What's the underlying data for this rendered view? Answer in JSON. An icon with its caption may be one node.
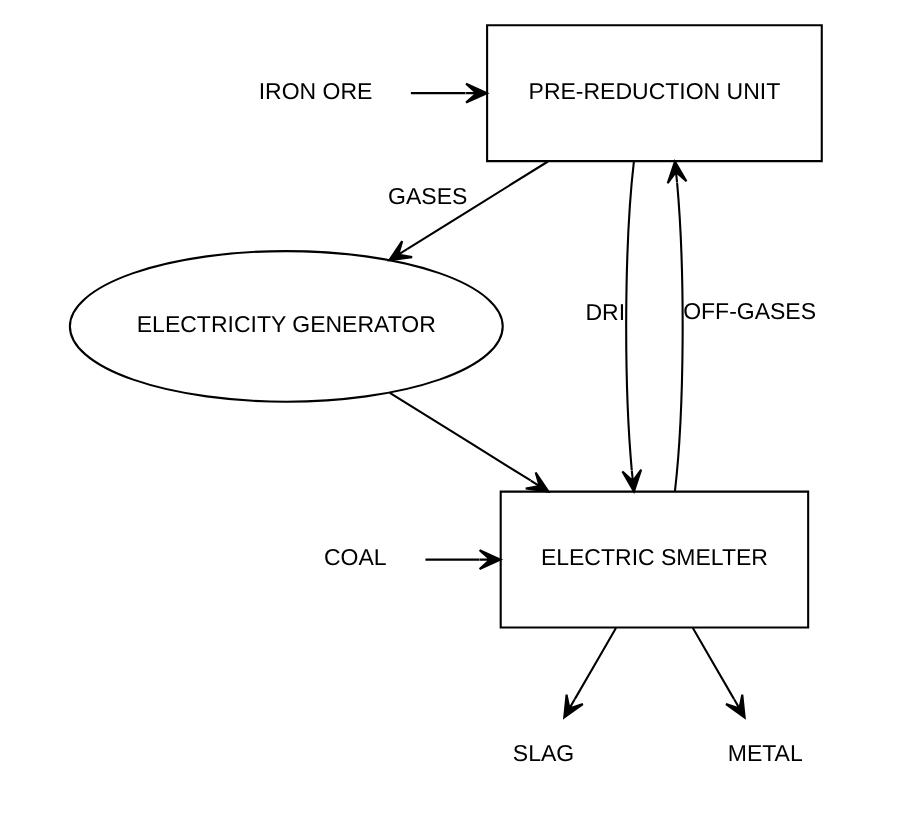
{
  "diagram": {
    "nodes": [
      {
        "text": [
          "PRE-REDUCTION UNIT"
        ]
      },
      {
        "text": [
          "IRON ORE"
        ]
      },
      {
        "text": [
          "ELECTRICITY GENERATOR"
        ]
      },
      {
        "text": [
          "ELECTRIC SMELTER"
        ]
      },
      {
        "text": [
          "COAL"
        ]
      },
      {
        "text": [
          "SLAG"
        ]
      },
      {
        "text": [
          "METAL"
        ]
      }
    ],
    "edges": [
      {
        "from": 0,
        "to": 2,
        "arrow": "to",
        "label": "GASES"
      },
      {
        "from": 1,
        "to": 0,
        "arrow": "to"
      },
      {
        "from": 0,
        "to": 3,
        "arrow": "to",
        "label": "DRI"
      },
      {
        "from": 3,
        "to": 0,
        "arrow": "to",
        "label": "OFF-GASES"
      },
      {
        "from": 2,
        "to": 3,
        "arrow": "to"
      },
      {
        "from": 4,
        "to": 3,
        "arrow": "to"
      },
      {
        "from": 3,
        "to": 5,
        "arrow": "to"
      },
      {
        "from": 3,
        "to": 6,
        "arrow": "to"
      }
    ]
  }
}
